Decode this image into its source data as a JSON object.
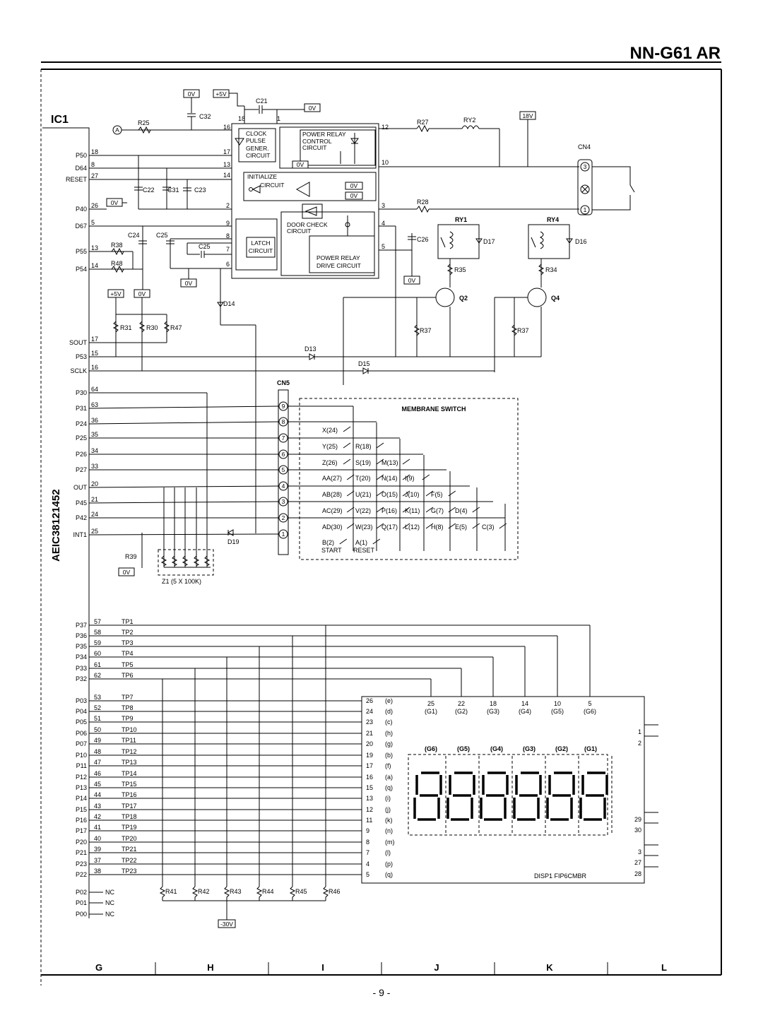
{
  "header": {
    "model": "NN-G61 AR"
  },
  "ic": {
    "label": "IC1",
    "part_number": "AEIC38121452",
    "label_a": "A"
  },
  "ic_pins_top": [
    {
      "name": "P50",
      "num": "18"
    },
    {
      "name": "D64",
      "num": "8"
    },
    {
      "name": "RESET",
      "num": "27"
    },
    {
      "name": "P40",
      "num": "26"
    },
    {
      "name": "D67",
      "num": "5"
    },
    {
      "name": "P55",
      "num": "13"
    },
    {
      "name": "P54",
      "num": "14"
    },
    {
      "name": "SOUT",
      "num": "17"
    },
    {
      "name": "P53",
      "num": "15"
    },
    {
      "name": "SCLK",
      "num": "16"
    },
    {
      "name": "P30",
      "num": "64"
    },
    {
      "name": "P31",
      "num": "63"
    },
    {
      "name": "P24",
      "num": "36"
    },
    {
      "name": "P25",
      "num": "35"
    },
    {
      "name": "P26",
      "num": "34"
    },
    {
      "name": "P27",
      "num": "33"
    },
    {
      "name": "OUT",
      "num": "20"
    },
    {
      "name": "P45",
      "num": "21"
    },
    {
      "name": "P42",
      "num": "24"
    },
    {
      "name": "INT1",
      "num": "25"
    }
  ],
  "ic_pins_tp": [
    {
      "name": "P37",
      "num": "57",
      "tp": "TP1"
    },
    {
      "name": "P36",
      "num": "58",
      "tp": "TP2"
    },
    {
      "name": "P35",
      "num": "59",
      "tp": "TP3"
    },
    {
      "name": "P34",
      "num": "60",
      "tp": "TP4"
    },
    {
      "name": "P33",
      "num": "61",
      "tp": "TP5"
    },
    {
      "name": "P32",
      "num": "62",
      "tp": "TP6"
    },
    {
      "name": "P03",
      "num": "53",
      "tp": "TP7"
    },
    {
      "name": "P04",
      "num": "52",
      "tp": "TP8"
    },
    {
      "name": "P05",
      "num": "51",
      "tp": "TP9"
    },
    {
      "name": "P06",
      "num": "50",
      "tp": "TP10"
    },
    {
      "name": "P07",
      "num": "49",
      "tp": "TP11"
    },
    {
      "name": "P10",
      "num": "48",
      "tp": "TP12"
    },
    {
      "name": "P11",
      "num": "47",
      "tp": "TP13"
    },
    {
      "name": "P12",
      "num": "46",
      "tp": "TP14"
    },
    {
      "name": "P13",
      "num": "45",
      "tp": "TP15"
    },
    {
      "name": "P14",
      "num": "44",
      "tp": "TP16"
    },
    {
      "name": "P15",
      "num": "43",
      "tp": "TP17"
    },
    {
      "name": "P16",
      "num": "42",
      "tp": "TP18"
    },
    {
      "name": "P17",
      "num": "41",
      "tp": "TP19"
    },
    {
      "name": "P20",
      "num": "40",
      "tp": "TP20"
    },
    {
      "name": "P21",
      "num": "39",
      "tp": "TP21"
    },
    {
      "name": "P23",
      "num": "37",
      "tp": "TP22"
    },
    {
      "name": "P22",
      "num": "38",
      "tp": "TP23"
    }
  ],
  "ic_pins_nc": [
    {
      "name": "P02",
      "nc": "NC"
    },
    {
      "name": "P01",
      "nc": "NC"
    },
    {
      "name": "P00",
      "nc": "NC"
    }
  ],
  "power_labels": {
    "v0": "0V",
    "v5": "+5V",
    "v18": "18V",
    "vm30": "-30V"
  },
  "components": {
    "c21": "C21",
    "c32": "C32",
    "r25": "R25",
    "r27": "R27",
    "ry2": "RY2",
    "cn4": "CN4",
    "c22": "C22",
    "c31": "C31",
    "c23": "C23",
    "c24": "C24",
    "c25a": "C25",
    "c25b": "C25",
    "r38": "R38",
    "r48": "R48",
    "r28": "R28",
    "ry1": "RY1",
    "ry4": "RY4",
    "c26": "C26",
    "d17": "D17",
    "d16": "D16",
    "r35": "R35",
    "r34": "R34",
    "q2": "Q2",
    "q4": "Q4",
    "d14": "D14",
    "r31": "R31",
    "r30": "R30",
    "r47": "R47",
    "r37a": "R37",
    "r37b": "R37",
    "d13": "D13",
    "d15": "D15",
    "cn5": "CN5",
    "d19": "D19",
    "r39": "R39",
    "z1": "Z1 (5 X 100K)",
    "r41": "R41",
    "r42": "R42",
    "r43": "R43",
    "r44": "R44",
    "r45": "R45",
    "r46": "R46"
  },
  "blocks": {
    "clock": [
      "CLOCK",
      "PULSE",
      "GENER.",
      "CIRCUIT"
    ],
    "relay_ctrl": [
      "POWER RELAY",
      "CONTROL",
      "CIRCUIT"
    ],
    "init": [
      "INITIALIZE",
      "CIRCUIT"
    ],
    "door": [
      "DOOR  CHECK",
      "CIRCUIT"
    ],
    "latch": [
      "LATCH",
      "CIRCUIT"
    ],
    "relay_drive": [
      "POWER RELAY",
      "DRIVE CIRCUIT"
    ]
  },
  "block_pins": {
    "p18": "18",
    "p1": "1",
    "p16": "16",
    "p12": "12",
    "p17": "17",
    "p13": "13",
    "p10": "10",
    "p14": "14",
    "p2": "2",
    "p3": "3",
    "p9": "9",
    "p4": "4",
    "p8": "8",
    "p7": "7",
    "p5": "5",
    "p6": "6"
  },
  "cn4_pins": [
    "3",
    "1"
  ],
  "cn5_pins": [
    "9",
    "8",
    "7",
    "6",
    "5",
    "4",
    "3",
    "2",
    "1"
  ],
  "membrane": {
    "title": "MEMBRANE SWITCH",
    "keys": [
      [
        "X(24)"
      ],
      [
        "Y(25)",
        "R(18)"
      ],
      [
        "Z(26)",
        "S(19)",
        "M(13)"
      ],
      [
        "AA(27)",
        "T(20)",
        "N(14)",
        "I(9)"
      ],
      [
        "AB(28)",
        "U(21)",
        "O(15)",
        "J(10)",
        "F(5)"
      ],
      [
        "AC(29)",
        "V(22)",
        "P(16)",
        "K(11)",
        "G(7)",
        "D(4)"
      ],
      [
        "AD(30)",
        "W(23)",
        "Q(17)",
        "L(12)",
        "H(8)",
        "E(5)",
        "C(3)"
      ],
      [
        "B(2)",
        "A(1)"
      ]
    ],
    "start": "START",
    "reset": "RESET"
  },
  "display": {
    "label": "DISP1 FIP6CMBR",
    "left_pins": [
      [
        "26",
        "(e)"
      ],
      [
        "24",
        "(d)"
      ],
      [
        "23",
        "(c)"
      ],
      [
        "21",
        "(h)"
      ],
      [
        "20",
        "(g)"
      ],
      [
        "19",
        "(b)"
      ],
      [
        "17",
        "(f)"
      ],
      [
        "16",
        "(a)"
      ],
      [
        "15",
        "(q)"
      ],
      [
        "13",
        "(i)"
      ],
      [
        "12",
        "(j)"
      ],
      [
        "11",
        "(k)"
      ],
      [
        "9",
        "(n)"
      ],
      [
        "8",
        "(m)"
      ],
      [
        "7",
        "(l)"
      ],
      [
        "4",
        "(p)"
      ],
      [
        "5",
        "(q)"
      ]
    ],
    "top_pins": [
      [
        "25",
        "(G1)"
      ],
      [
        "22",
        "(G2)"
      ],
      [
        "18",
        "(G3)"
      ],
      [
        "14",
        "(G4)"
      ],
      [
        "10",
        "(G5)"
      ],
      [
        "5",
        "(G6)"
      ]
    ],
    "grids": [
      "(G6)",
      "(G5)",
      "(G4)",
      "(G3)",
      "(G2)",
      "(G1)"
    ],
    "right_pins": [
      "1",
      "2",
      "29",
      "30",
      "3",
      "27",
      "28"
    ]
  },
  "grid_columns": [
    "G",
    "H",
    "I",
    "J",
    "K",
    "L"
  ],
  "page_number": "- 9 -"
}
